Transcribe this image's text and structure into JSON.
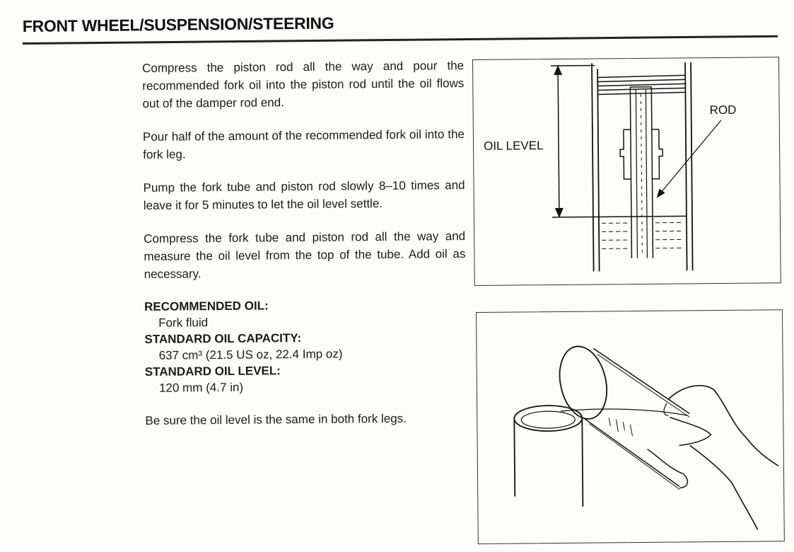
{
  "header": {
    "title": "FRONT WHEEL/SUSPENSION/STEERING"
  },
  "paragraphs": [
    "Compress the piston rod all the way and pour the recommended fork oil into the piston rod until the oil flows out of the damper rod end.",
    "Pour half of the amount of the recommended fork oil into the fork leg.",
    "Pump the fork tube and piston rod slowly 8–10 times and leave it for 5 minutes to let the oil level settle.",
    "Compress the fork tube and piston rod all the way and measure the oil level from the top of the tube. Add oil as necessary."
  ],
  "specs": [
    {
      "label": "RECOMMENDED OIL:",
      "value": "Fork fluid"
    },
    {
      "label": "STANDARD OIL CAPACITY:",
      "value": "637 cm³ (21.5 US oz, 22.4 Imp oz)"
    },
    {
      "label": "STANDARD OIL LEVEL:",
      "value": "120 mm (4.7 in)"
    }
  ],
  "note": "Be sure the oil level is the same in both fork legs.",
  "figure1": {
    "label_oil_level": "OIL LEVEL",
    "label_rod": "ROD"
  }
}
